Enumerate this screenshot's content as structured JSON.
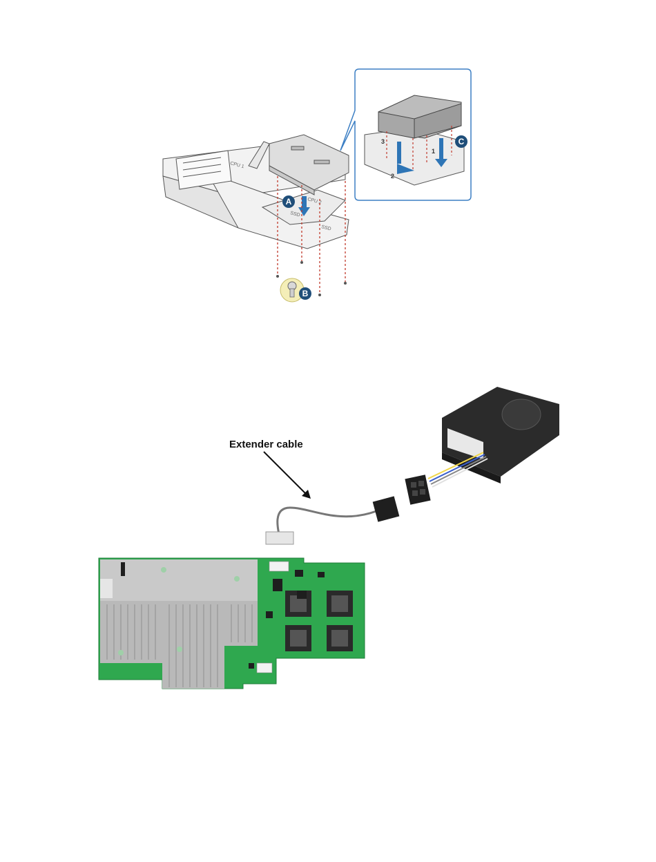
{
  "figure_top": {
    "callouts": [
      "A",
      "B",
      "C"
    ],
    "silkscreen": [
      "CPU 1",
      "CPU 2",
      "SSD",
      "SSD"
    ],
    "inset_step_numbers": [
      "1",
      "2",
      "3"
    ],
    "colors": {
      "callout_fill": "#1f4e79",
      "arrow": "#2e75b6",
      "dash": "#c0392b",
      "inset_border": "#3c7fc4",
      "screw_badge": "#f4eeb8"
    }
  },
  "figure_bottom": {
    "cable_label": "Extender cable",
    "colors": {
      "pcb": "#2fa84f",
      "heatsink": "#b9b9b9",
      "battery": "#2b2b2b"
    }
  }
}
